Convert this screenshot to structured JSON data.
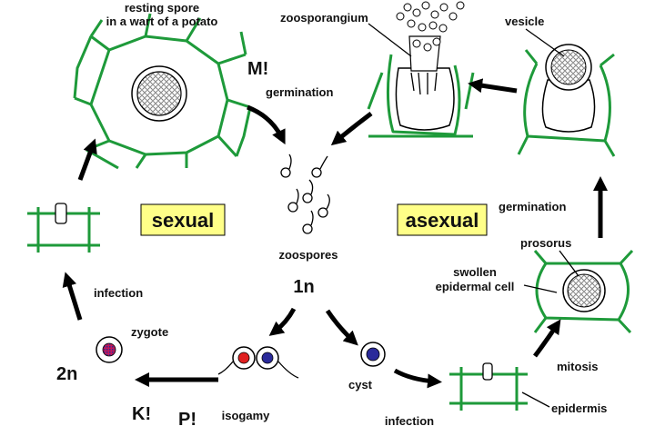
{
  "labels": {
    "resting_spore_line1": "resting spore",
    "resting_spore_line2": "in a wart of a potato",
    "meiosis": "M!",
    "germination_top": "germination",
    "zoosporangium": "zoosporangium",
    "vesicle": "vesicle",
    "sexual": "sexual",
    "asexual": "asexual",
    "germination_right": "germination",
    "zoospores": "zoospores",
    "haploid": "1n",
    "prosorus": "prosorus",
    "swollen_line1": "swollen",
    "swollen_line2": "epidermal cell",
    "infection_left": "infection",
    "zygote": "zygote",
    "diploid": "2n",
    "karyogamy": "K!",
    "plasmogamy": "P!",
    "isogamy": "isogamy",
    "cyst": "cyst",
    "mitosis": "mitosis",
    "infection_bottom": "infection",
    "epidermis": "epidermis"
  },
  "colors": {
    "cell_wall": "#1e9a3a",
    "label_box": "#ffff88",
    "gamete_red": "#e02020",
    "gamete_blue": "#2a2a9a",
    "zygote_fill": "#c0185a"
  }
}
